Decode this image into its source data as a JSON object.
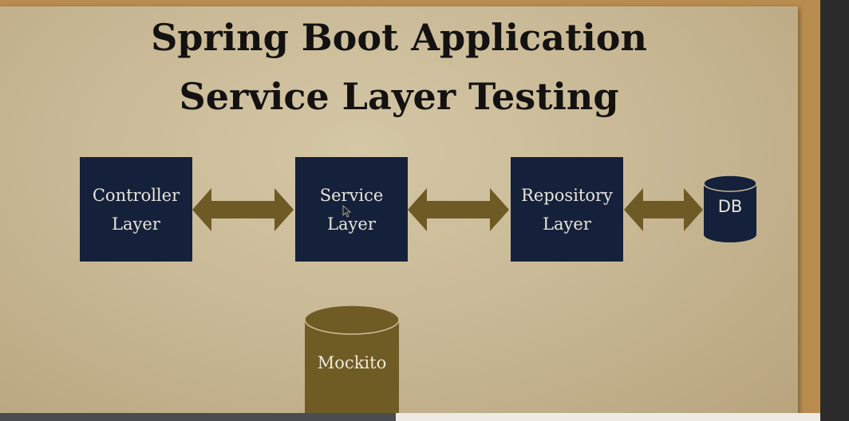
{
  "slide": {
    "title_line1": "Spring Boot Application",
    "title_line2": "Service Layer Testing"
  },
  "diagram": {
    "boxes": [
      {
        "line1": "Controller",
        "line2": "Layer"
      },
      {
        "line1": "Service",
        "line2": "Layer"
      },
      {
        "line1": "Repository",
        "line2": "Layer"
      }
    ],
    "db_label": "DB",
    "mock_label": "Mockito",
    "arrow_style": "double-headed",
    "colors": {
      "box_fill": "#15213a",
      "arrow_fill": "#6e5a24",
      "db_fill": "#15213a",
      "mockito_fill": "#6f5c25",
      "paper": "#c9b996"
    }
  }
}
